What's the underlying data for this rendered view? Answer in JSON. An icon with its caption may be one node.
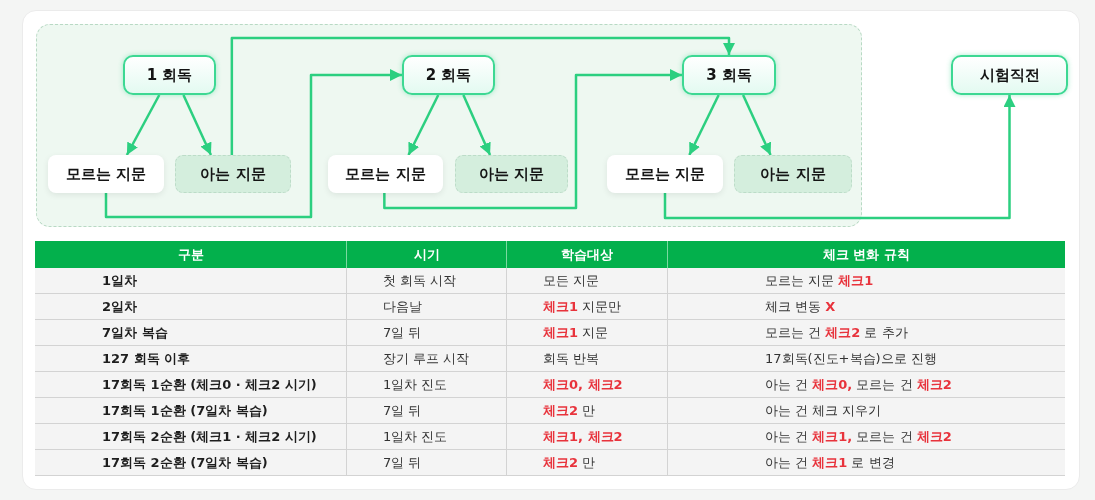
{
  "diagram": {
    "nodes": [
      {
        "text": [],
        "shape": "box"
      },
      {
        "text": [
          "1 회독"
        ],
        "in": 0
      },
      {
        "text": [
          "2 회독"
        ],
        "in": 0
      },
      {
        "text": [
          "3 회독"
        ],
        "in": 0
      },
      {
        "text": [
          "시험직전"
        ]
      },
      {
        "text": [
          "모르는 지문"
        ],
        "in": 0
      },
      {
        "text": [
          "아는 지문"
        ],
        "in": 0
      },
      {
        "text": [
          "모르는 지문"
        ],
        "in": 0
      },
      {
        "text": [
          "아는 지문"
        ],
        "in": 0
      },
      {
        "text": [
          "모르는 지문"
        ],
        "in": 0
      },
      {
        "text": [
          "아는 지문"
        ],
        "in": 0
      }
    ],
    "edges": [
      {
        "from": 1,
        "to": 5,
        "arrow": "to"
      },
      {
        "from": 1,
        "to": 6,
        "arrow": "to"
      },
      {
        "from": 2,
        "to": 7,
        "arrow": "to"
      },
      {
        "from": 2,
        "to": 8,
        "arrow": "to"
      },
      {
        "from": 3,
        "to": 9,
        "arrow": "to"
      },
      {
        "from": 3,
        "to": 10,
        "arrow": "to"
      },
      {
        "from": 6,
        "to": 3,
        "arrow": "to"
      },
      {
        "from": 5,
        "to": 2,
        "arrow": "to"
      },
      {
        "from": 7,
        "to": 3,
        "arrow": "to"
      },
      {
        "from": 9,
        "to": 4,
        "arrow": "to"
      }
    ],
    "labels": [
      "구분",
      "시기",
      "학습대상",
      "체크 변화 규칙",
      "1일차",
      "첫 회독 시작",
      "모든 지문",
      "모르는 지문 **체크1**",
      "2일차",
      "다음날",
      "**체크1** 지문만",
      "체크 변동 **X**",
      "7일차 복습",
      "7일 뒤",
      "**체크1** 지문",
      "모르는 건 **체크2** 로 추가",
      "127 회독 이후",
      "장기 루프 시작",
      "회독 반복",
      "17회독(진도+복습)으로 진행",
      "17회독 1순환 (체크0 · 체크2 시기)",
      "1일차 진도",
      "체크0, 체크2",
      "아는 건 **체크0,** 모르는 건 **체크2**",
      "17회독 1순환 (7일차 복습)",
      "7일 뒤",
      "**체크2** 만",
      "아는 건 체크 지우기",
      "17회독 2순환 (체크1 · 체크2 시기)",
      "1일차 진도",
      "체크1, 체크2",
      "아는 건 **체크1,** 모르는 건 **체크2**",
      "17회독 2순환 (7일차 복습)",
      "7일 뒤",
      "**체크2** 만",
      "아는 건 **체크1** 로 변경"
    ]
  }
}
